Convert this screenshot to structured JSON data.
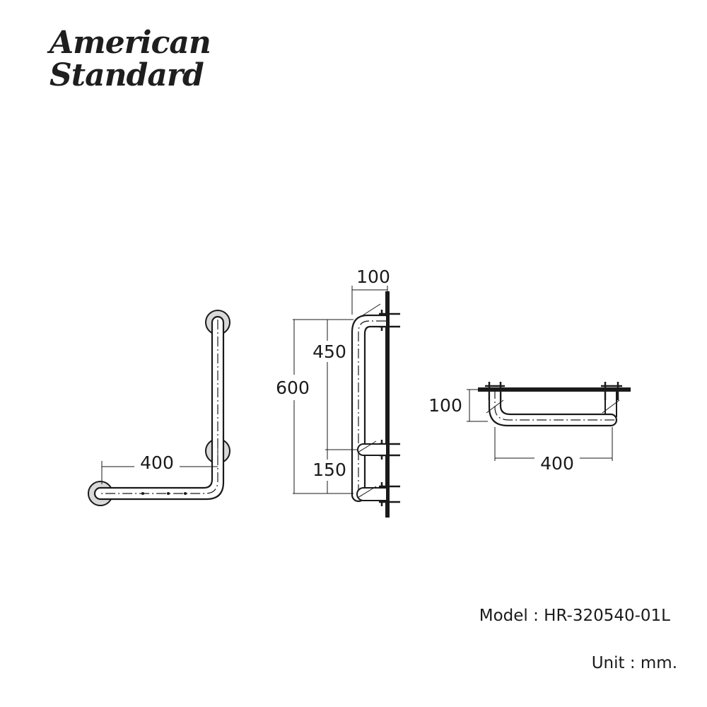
{
  "brand": {
    "line1": "American",
    "line2": "Standard"
  },
  "views": {
    "front": {
      "horizontal_dim": "400"
    },
    "side": {
      "top_dim": "100",
      "upper_dim": "450",
      "total_dim": "600",
      "lower_dim": "150"
    },
    "top": {
      "depth_dim": "100",
      "width_dim": "400"
    }
  },
  "model": {
    "label": "Model : HR-320540-01L"
  },
  "unit": {
    "label": "Unit : mm."
  },
  "colors": {
    "line": "#1a1a1a",
    "fill": "#d9d9d9"
  }
}
